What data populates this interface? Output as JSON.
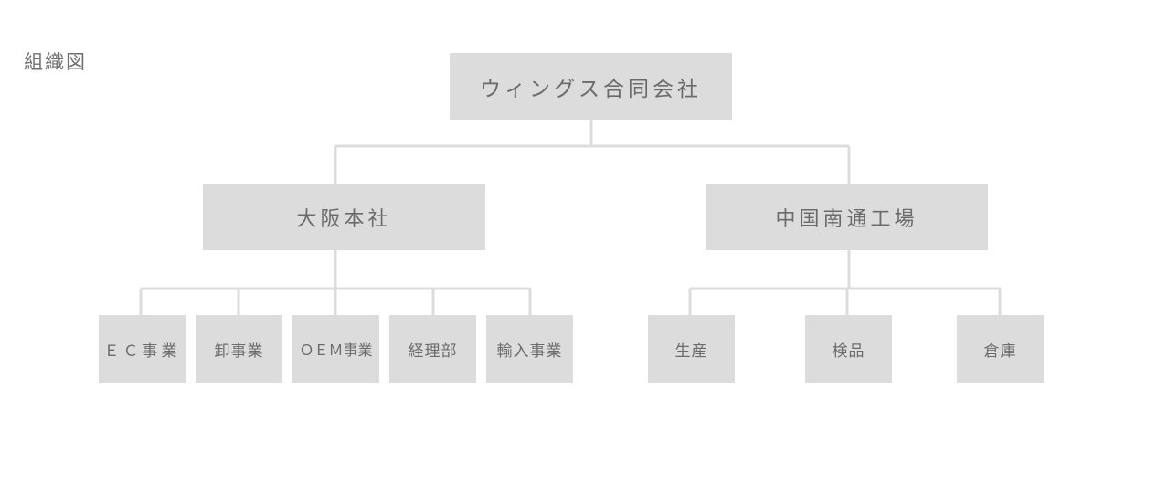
{
  "title": "組織図",
  "root": {
    "label": "ウィングス合同会社"
  },
  "branches": [
    {
      "label": "大阪本社",
      "children": [
        "ＥＣ事業",
        "卸事業",
        "ＯＥＭ事業",
        "経理部",
        "輸入事業"
      ]
    },
    {
      "label": "中国南通工場",
      "children": [
        "生産",
        "検品",
        "倉庫"
      ]
    }
  ],
  "colors": {
    "box": "#dcdcdc",
    "line": "#dcdcdc",
    "text": "#6b6b6b"
  }
}
